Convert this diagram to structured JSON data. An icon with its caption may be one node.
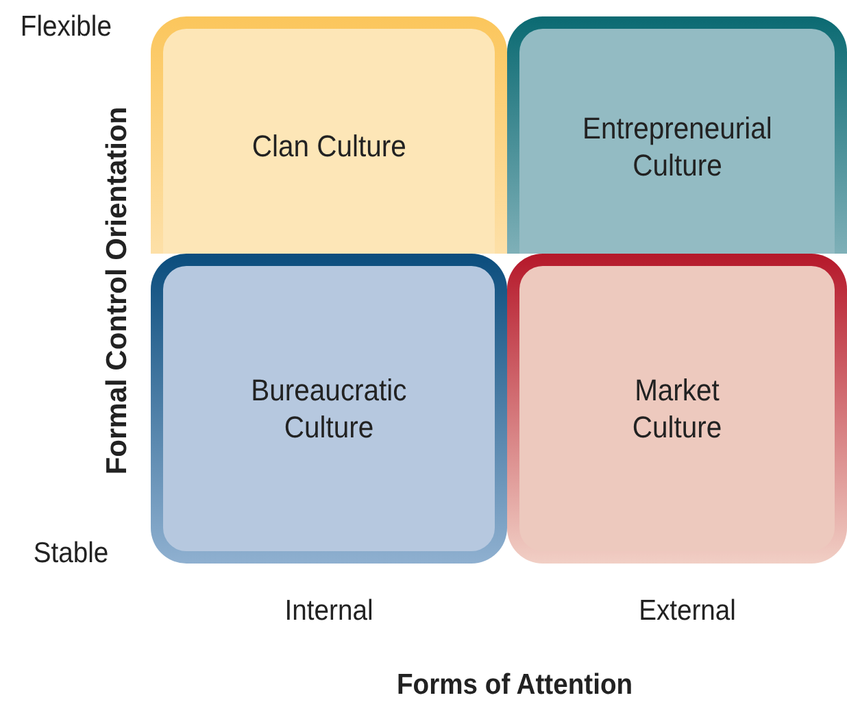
{
  "diagram": {
    "nodes": [
      {
        "text": [
          "Clan Culture"
        ]
      },
      {
        "text": [
          "Entrepreneurial Culture"
        ]
      },
      {
        "text": [
          "Bureaucratic Culture"
        ]
      },
      {
        "text": [
          "Market Culture"
        ]
      }
    ],
    "labels": [
      "Flexible",
      "Formal Control Orientation",
      "Stable",
      "Internal",
      "External",
      "Forms of Attention"
    ]
  }
}
